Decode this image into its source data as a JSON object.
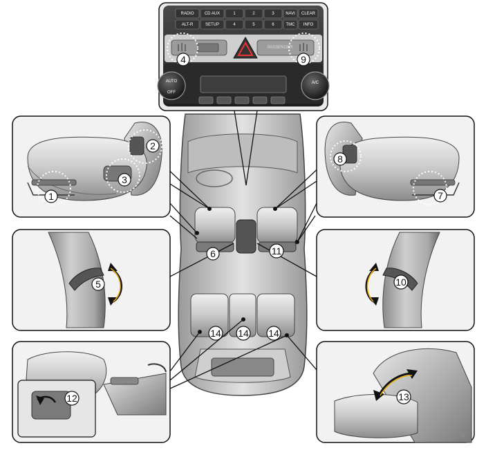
{
  "callouts": [
    {
      "id": "c1",
      "text": "1"
    },
    {
      "id": "c2",
      "text": "2"
    },
    {
      "id": "c3",
      "text": "3"
    },
    {
      "id": "c4",
      "text": "4"
    },
    {
      "id": "c5",
      "text": "5"
    },
    {
      "id": "c6",
      "text": "6"
    },
    {
      "id": "c7",
      "text": "7"
    },
    {
      "id": "c8",
      "text": "8"
    },
    {
      "id": "c9",
      "text": "9"
    },
    {
      "id": "c10",
      "text": "10"
    },
    {
      "id": "c11",
      "text": "11"
    },
    {
      "id": "c12",
      "text": "12"
    },
    {
      "id": "c13",
      "text": "13"
    },
    {
      "id": "c14a",
      "text": "14"
    },
    {
      "id": "c14b",
      "text": "14"
    },
    {
      "id": "c14c",
      "text": "14"
    }
  ],
  "console": {
    "top_row": [
      "RADIO",
      "CD AUX",
      "1",
      "2",
      "3",
      "NAVI",
      "CLEAR"
    ],
    "bottom_row": [
      "ALT-R",
      "SETUP",
      "4",
      "5",
      "6",
      "TMC",
      "INFO"
    ],
    "knob_left_top": "AUTO",
    "knob_left_bottom": "OFF",
    "knob_right": "A/C",
    "passenger_label": "PASSENGER"
  }
}
